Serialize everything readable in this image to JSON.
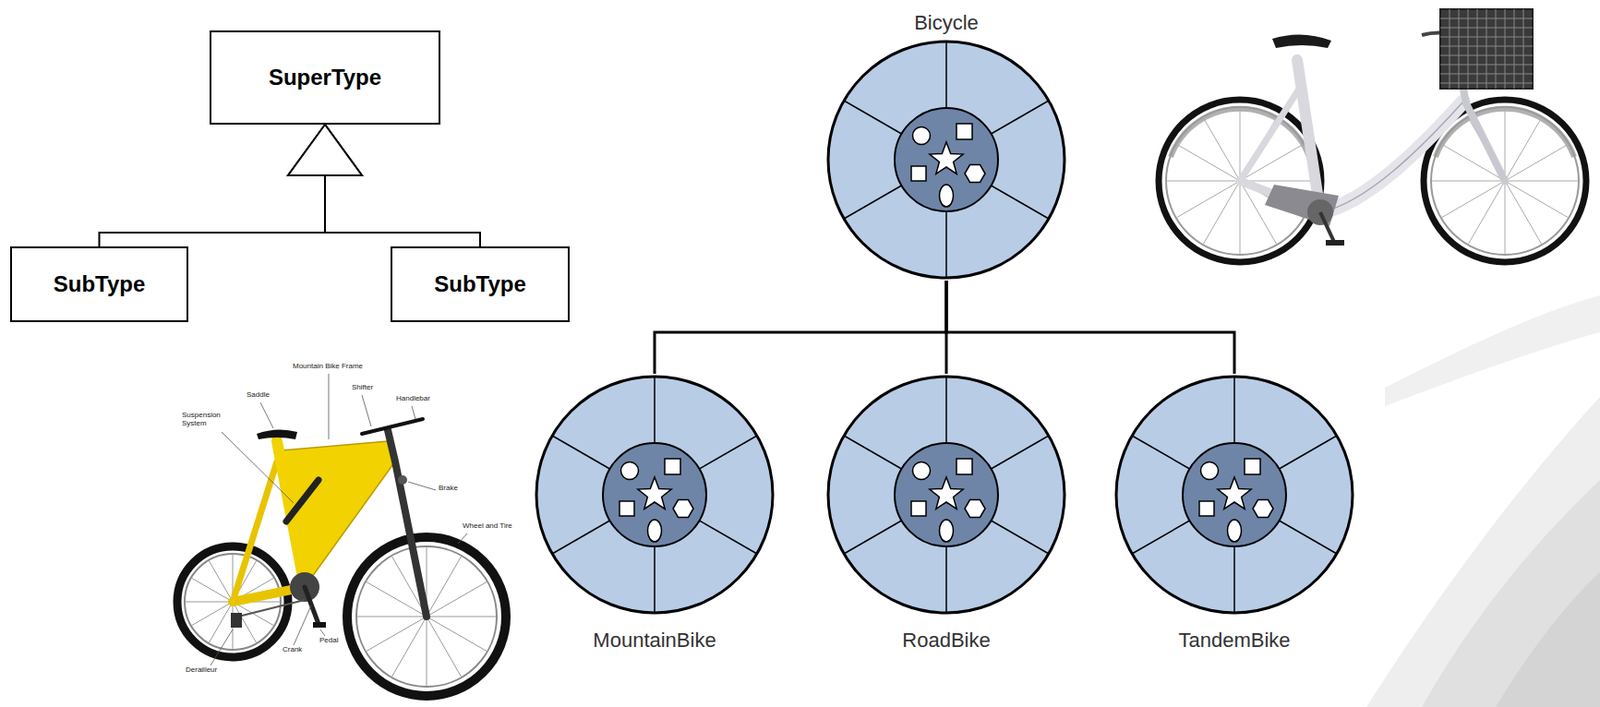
{
  "diagram": {
    "nodes": [
      {
        "text": [
          "SuperType"
        ]
      },
      {
        "text": [
          "SubType"
        ]
      },
      {
        "text": [
          "SubType"
        ]
      },
      {
        "text": [
          "Bicycle"
        ]
      },
      {
        "text": [
          "MountainBike"
        ]
      },
      {
        "text": [
          "RoadBike"
        ]
      },
      {
        "text": [
          "TandemBike"
        ]
      }
    ],
    "edges": [
      {
        "from": 1,
        "to": 0,
        "arrow": "to"
      },
      {
        "from": 2,
        "to": 0,
        "arrow": "to"
      },
      {
        "from": 3,
        "to": 4,
        "arrow": "none"
      },
      {
        "from": 3,
        "to": 5,
        "arrow": "none"
      },
      {
        "from": 3,
        "to": 6,
        "arrow": "none"
      }
    ],
    "labels": [
      "Mountain Bike Frame",
      "Saddle",
      "Shifter",
      "Handlebar",
      "Suspension System",
      "Brake",
      "Wheel and Tire",
      "Pedal",
      "Crank",
      "Derailleur"
    ]
  }
}
